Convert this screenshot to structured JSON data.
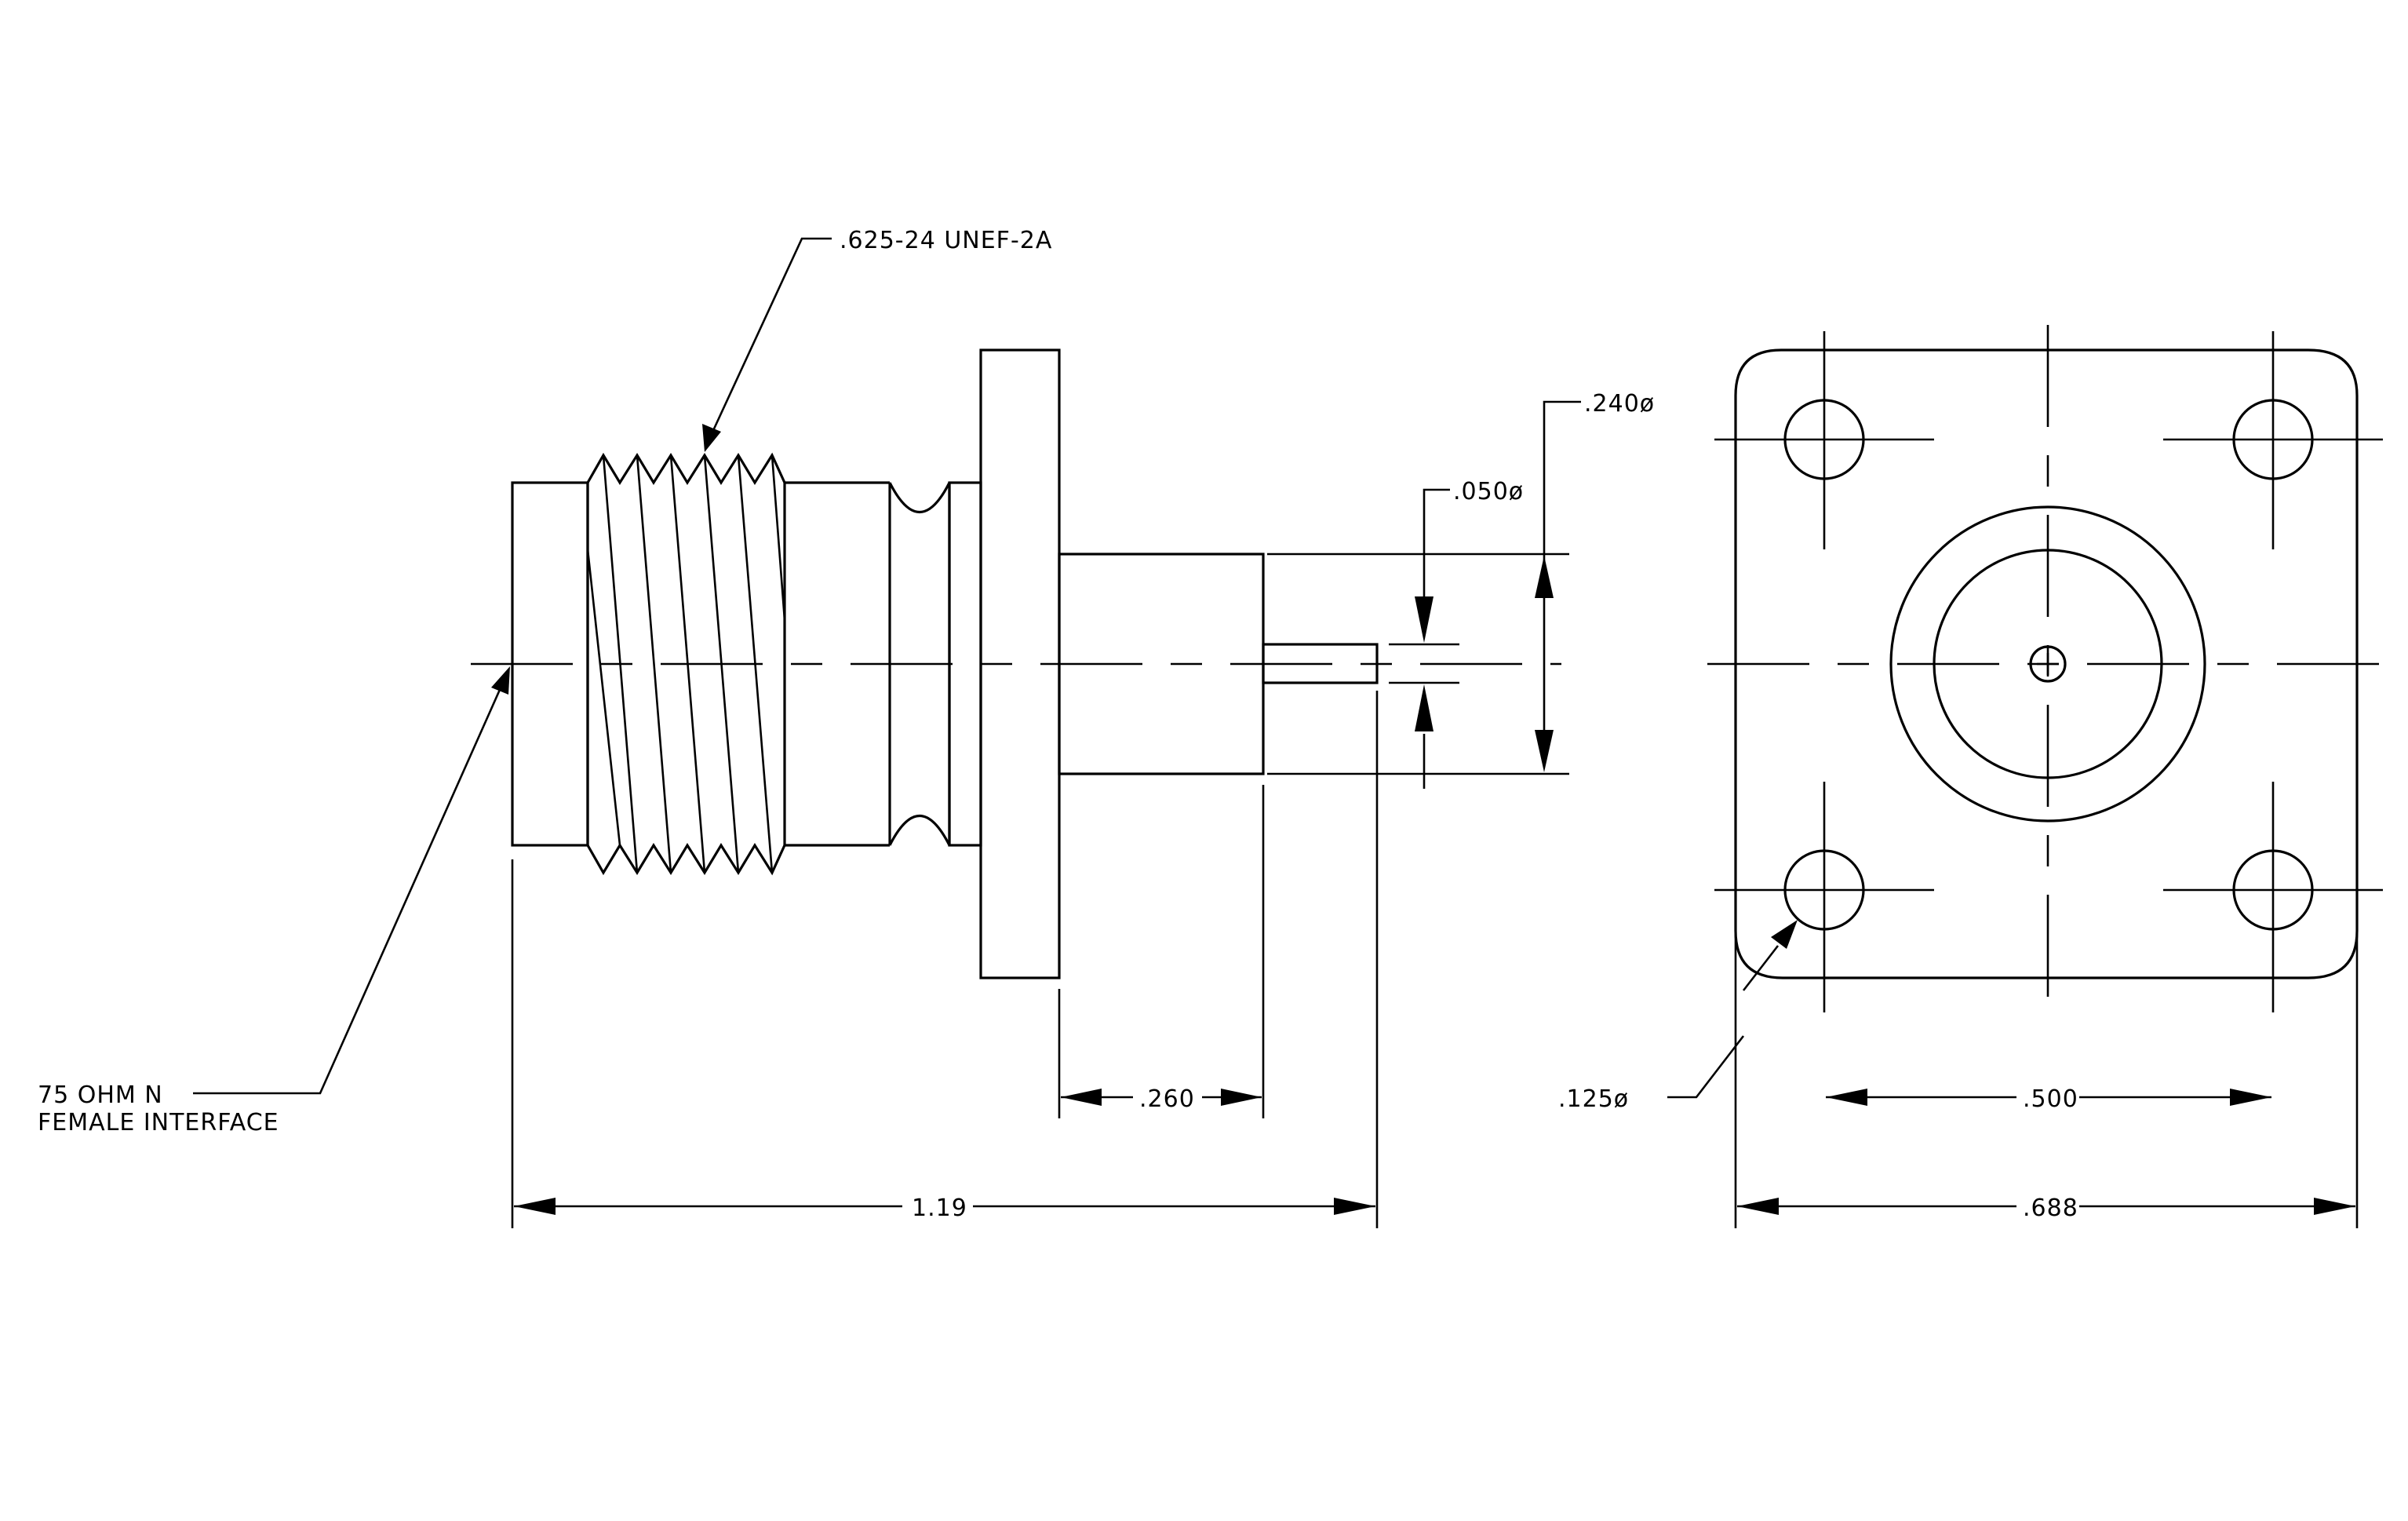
{
  "labels": {
    "thread_spec": ".625-24 UNEF-2A",
    "pin_diameter": ".050ø",
    "body_diameter": ".240ø",
    "interface_line1": "75 OHM N",
    "interface_line2": "FEMALE INTERFACE",
    "length_from_flange": ".260",
    "overall_length": "1.19",
    "hole_diameter": ".125ø",
    "hole_spacing": ".500",
    "flange_width": ".688"
  }
}
